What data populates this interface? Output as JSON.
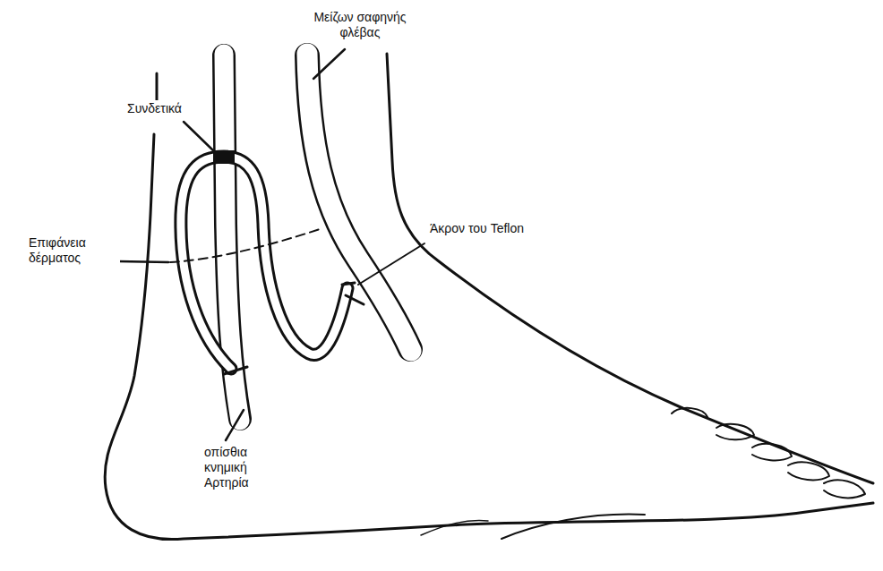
{
  "diagram": {
    "labels": [
      "Μείζων σαφηνής φλέβας",
      "Συνδετικά",
      "Επιφάνεια δέρματος",
      "Άκρον του Teflon",
      "οπίσθια κνημική Αρτηρία"
    ]
  }
}
